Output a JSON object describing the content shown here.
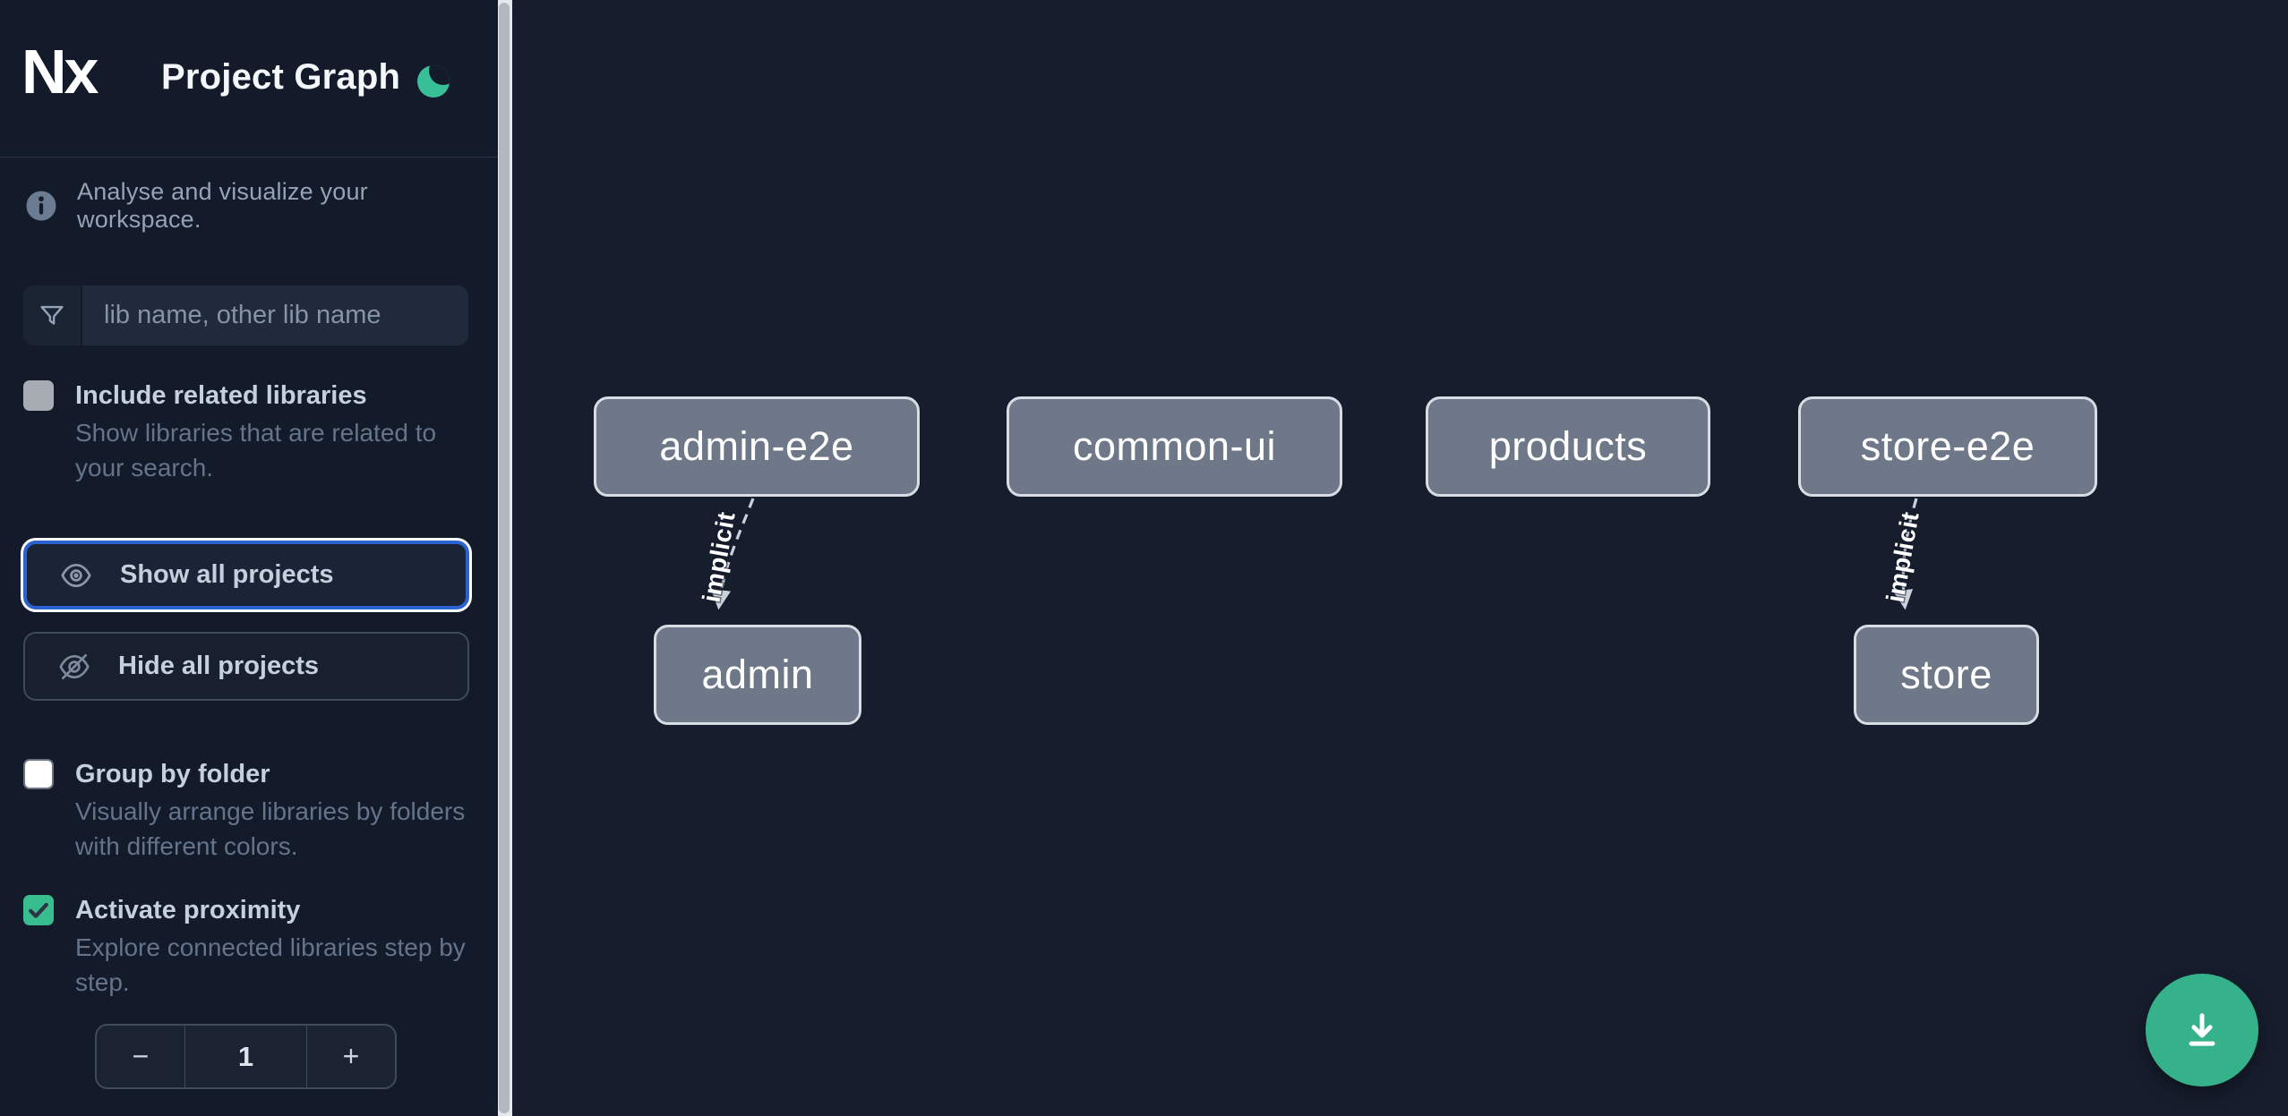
{
  "sidebar": {
    "logo": "Nx",
    "title": "Project Graph",
    "tagline": "Analyse and visualize your workspace.",
    "search": {
      "placeholder": "lib name, other lib name"
    },
    "toggles": [
      {
        "label": "Include related libraries",
        "description": "Show libraries that are related to your search.",
        "checked": false
      },
      {
        "label": "Group by folder",
        "description": "Visually arrange libraries by folders with different colors.",
        "checked": false
      },
      {
        "label": "Activate proximity",
        "description": "Explore connected libraries step by step.",
        "checked": true
      }
    ],
    "buttons": {
      "show_all": "Show all projects",
      "hide_all": "Hide all projects"
    },
    "stepper": {
      "decrement": "−",
      "value": "1",
      "increment": "+"
    }
  },
  "graph": {
    "nodes": [
      {
        "label": "admin-e2e"
      },
      {
        "label": "common-ui"
      },
      {
        "label": "products"
      },
      {
        "label": "store-e2e"
      },
      {
        "label": "admin"
      },
      {
        "label": "store"
      }
    ],
    "edges": [
      {
        "from": "admin-e2e",
        "to": "admin",
        "label": "implicit",
        "style": "dashed"
      },
      {
        "from": "store-e2e",
        "to": "store",
        "label": "implicit",
        "style": "dashed"
      }
    ]
  },
  "colors": {
    "background": "#161d2c",
    "sidebar_background": "#131a29",
    "accent_green": "#38bd8e",
    "focus_blue": "#2a63cf",
    "node_fill": "#6e7888",
    "node_border": "#d8dde4",
    "edge": "#c9d1da"
  }
}
